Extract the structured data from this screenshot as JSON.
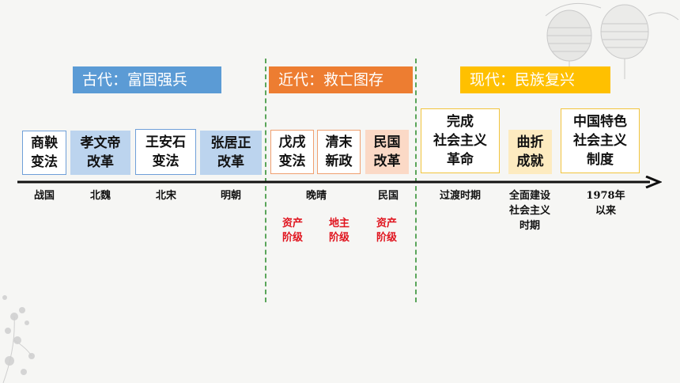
{
  "eras": [
    {
      "label": "古代：富国强兵",
      "color": "#5b9bd5"
    },
    {
      "label": "近代：救亡图存",
      "color": "#ed7d31"
    },
    {
      "label": "现代：民族复兴",
      "color": "#ffc000"
    }
  ],
  "events": [
    {
      "line1": "商鞅",
      "line2": "变法",
      "line3": ""
    },
    {
      "line1": "孝文帝",
      "line2": "改革",
      "line3": ""
    },
    {
      "line1": "王安石",
      "line2": "变法",
      "line3": ""
    },
    {
      "line1": "张居正",
      "line2": "改革",
      "line3": ""
    },
    {
      "line1": "戊戌",
      "line2": "变法",
      "line3": ""
    },
    {
      "line1": "清末",
      "line2": "新政",
      "line3": ""
    },
    {
      "line1": "民国",
      "line2": "改革",
      "line3": ""
    },
    {
      "line1": "完成",
      "line2": "社会主义",
      "line3": "革命"
    },
    {
      "line1": "曲折",
      "line2": "成就",
      "line3": ""
    },
    {
      "line1": "中国特色",
      "line2": "社会主义",
      "line3": "制度"
    }
  ],
  "periods": [
    {
      "line1": "战国",
      "line2": "",
      "line3": ""
    },
    {
      "line1": "北魏",
      "line2": "",
      "line3": ""
    },
    {
      "line1": "北宋",
      "line2": "",
      "line3": ""
    },
    {
      "line1": "明朝",
      "line2": "",
      "line3": ""
    },
    {
      "line1": "晚晴",
      "line2": "",
      "line3": ""
    },
    {
      "line1": "民国",
      "line2": "",
      "line3": ""
    },
    {
      "line1": "过渡时期",
      "line2": "",
      "line3": ""
    },
    {
      "line1": "全面建设",
      "line2": "社会主义",
      "line3": "时期"
    },
    {
      "line1": "1978年",
      "line2": "以来",
      "line3": ""
    }
  ],
  "classes": [
    {
      "line1": "资产",
      "line2": "阶级"
    },
    {
      "line1": "地主",
      "line2": "阶级"
    },
    {
      "line1": "资产",
      "line2": "阶级"
    }
  ],
  "colors": {
    "ancient": "#5b9bd5",
    "modern": "#ed7d31",
    "contemporary": "#ffc000",
    "divider": "#5aa55a",
    "class_text": "#e0141e"
  },
  "decorations": [
    "lantern-illustration",
    "flower-illustration"
  ]
}
